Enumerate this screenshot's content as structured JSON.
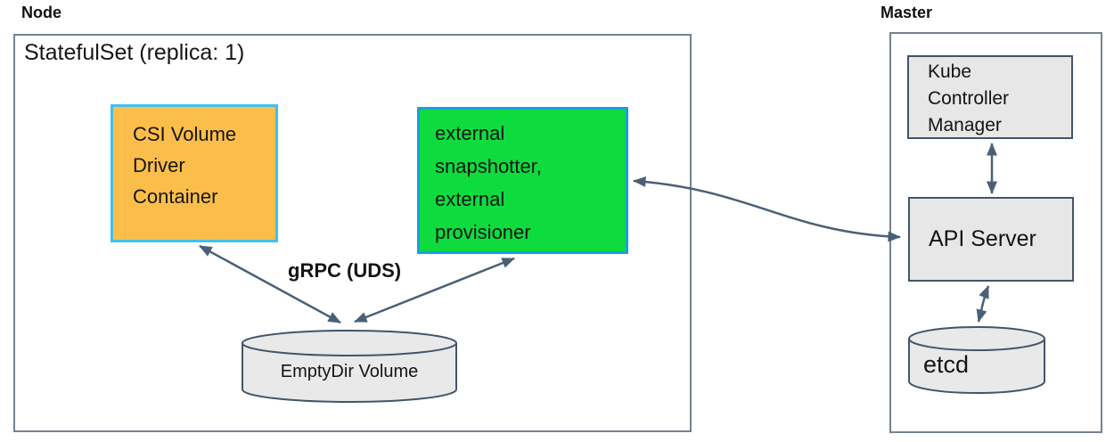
{
  "node": {
    "label": "Node",
    "statefulset_title": "StatefulSet (replica: 1)",
    "csi_box_label": "CSI Volume Driver Container",
    "sidecar_box_label": "external snapshotter, external provisioner",
    "grpc_label": "gRPC (UDS)",
    "emptydir_label": "EmptyDir Volume"
  },
  "master": {
    "label": "Master",
    "kcm_label": "Kube Controller Manager",
    "api_server_label": "API Server",
    "etcd_label": "etcd"
  },
  "colors": {
    "csi_fill": "#fcbe4a",
    "csi_border": "#3fc1f0",
    "sidecar_fill": "#0edc3e",
    "sidecar_border": "#1b9ce9",
    "gray_box_fill": "#e7e7e7",
    "gray_box_border": "#44546a",
    "cylinder_fill": "#e9e9e9",
    "container_border": "#76828f",
    "arrow": "#4a6076"
  }
}
